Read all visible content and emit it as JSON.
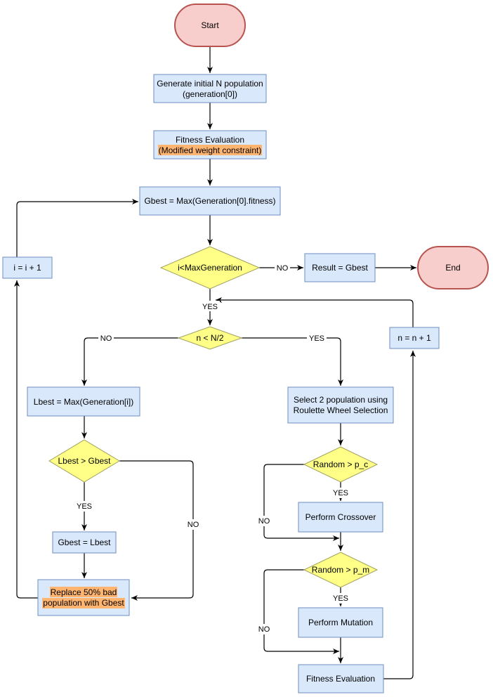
{
  "colors": {
    "process_fill": "#DAE8FC",
    "process_stroke": "#6C8EBF",
    "decision_fill": "#FFFF88",
    "decision_stroke": "#9F9F5F",
    "terminal_fill": "#F8CECC",
    "terminal_stroke": "#B85450",
    "highlight": "#FFB570"
  },
  "nodes": {
    "start": {
      "text": "Start"
    },
    "generate": {
      "line1": "Generate initial N population",
      "line2": "(generation[0])"
    },
    "fitness_eval_1": {
      "line1": "Fitness Evaluation",
      "line2": "(Modified weight constraint)"
    },
    "gbest_init": {
      "text": "Gbest = Max(Generation[0].fitness)"
    },
    "i_increment": {
      "text": "i = i + 1"
    },
    "decision_max_gen": {
      "text": "i<MaxGeneration"
    },
    "result": {
      "text": "Result = Gbest"
    },
    "end": {
      "text": "End"
    },
    "decision_half": {
      "text": "n < N/2"
    },
    "n_increment": {
      "text": "n = n + 1"
    },
    "lbest": {
      "text": "Lbest = Max(Generation[i])"
    },
    "select": {
      "line1": "Select 2 population using",
      "line2": "Roulette Wheel Selection"
    },
    "decision_lbest": {
      "text": "Lbest > Gbest"
    },
    "decision_crossover": {
      "text": "Random > p_c"
    },
    "crossover": {
      "text": "Perform Crossover"
    },
    "gbest_update": {
      "text": "Gbest = Lbest"
    },
    "decision_mutation": {
      "text": "Random > p_m"
    },
    "replace": {
      "line1": "Replace 50% bad",
      "line2": "population with Gbest"
    },
    "mutation": {
      "text": "Perform Mutation"
    },
    "fitness_eval_2": {
      "text": "Fitness Evaluation"
    }
  },
  "edge_labels": {
    "max_gen_no": "NO",
    "max_gen_yes": "YES",
    "half_no": "NO",
    "half_yes": "YES",
    "lbest_yes": "YES",
    "lbest_no": "NO",
    "crossover_yes": "YES",
    "crossover_no": "NO",
    "mutation_yes": "YES",
    "mutation_no": "NO"
  }
}
